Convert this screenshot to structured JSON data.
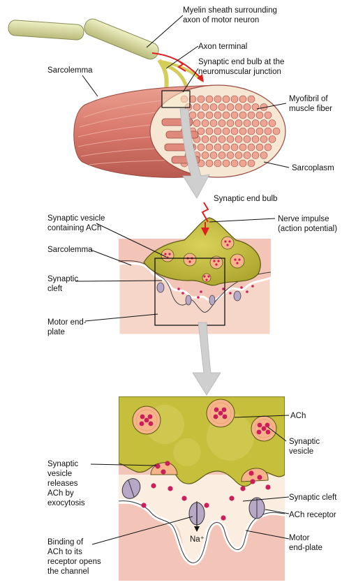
{
  "labels": {
    "myelin_1": "Myelin sheath surrounding",
    "myelin_2": "axon of motor neuron",
    "axon_terminal": "Axon terminal",
    "end_bulb_nmj_1": "Synaptic end bulb at the",
    "end_bulb_nmj_2": "neuromuscular junction",
    "sarcolemma_top": "Sarcolemma",
    "myofibril_1": "Myofibril of",
    "myofibril_2": "muscle fiber",
    "sarcoplasm": "Sarcoplasm",
    "synaptic_end_bulb": "Synaptic end bulb",
    "vesicle_ach_1": "Synaptic vesicle",
    "vesicle_ach_2": "containing ACh",
    "nerve_impulse_1": "Nerve impulse",
    "nerve_impulse_2": "(action potential)",
    "sarcolemma_mid": "Sarcolemma",
    "cleft_mid_1": "Synaptic",
    "cleft_mid_2": "cleft",
    "motor_endplate_mid_1": "Motor end-",
    "motor_endplate_mid_2": "plate",
    "ach": "ACh",
    "synaptic_vesicle_1": "Synaptic",
    "synaptic_vesicle_2": "vesicle",
    "releases_1": "Synaptic",
    "releases_2": "vesicle",
    "releases_3": "releases",
    "releases_4": "ACh by",
    "releases_5": "exocytosis",
    "cleft_bottom": "Synaptic cleft",
    "ach_receptor": "ACh receptor",
    "binding_1": "Binding of",
    "binding_2": "ACh to its",
    "binding_3": "receptor opens",
    "binding_4": "the channel",
    "motor_endplate_bot_1": "Motor",
    "motor_endplate_bot_2": "end-plate",
    "sodium": "Na⁺"
  },
  "colors": {
    "muscle": "#e8968a",
    "muscle_dark": "#c9675c",
    "myofibril": "#f0a594",
    "sarcoplasm": "#f6e7d4",
    "myelin": "#d9dca4",
    "nerve": "#bfb736",
    "vesicle": "#f5b48a",
    "ach": "#cc1e5a",
    "cleft": "#fbeee0",
    "endplate": "#f4c0b0",
    "receptor": "#b8a8c8",
    "arrow": "#c9c9c9",
    "impulse": "#e02020"
  }
}
